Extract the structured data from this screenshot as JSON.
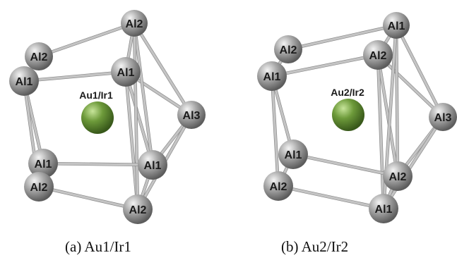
{
  "panels": [
    {
      "caption": "(a) Au1/Ir1",
      "center_label": "Au1/Ir1",
      "atoms": [
        "Al2",
        "Al2",
        "Al1",
        "Al1",
        "Al3",
        "Al1",
        "Al1",
        "Al2",
        "Al2"
      ]
    },
    {
      "caption": "(b) Au2/Ir2",
      "center_label": "Au2/Ir2",
      "atoms": [
        "Al1",
        "Al2",
        "Al1",
        "Al2",
        "Al3",
        "Al1",
        "Al2",
        "Al2",
        "Al1"
      ]
    }
  ],
  "colors": {
    "atom": "#8c8c8c",
    "center_atom": "#6d9a3a",
    "bond": "#c4c4c4",
    "background": "#ffffff"
  }
}
